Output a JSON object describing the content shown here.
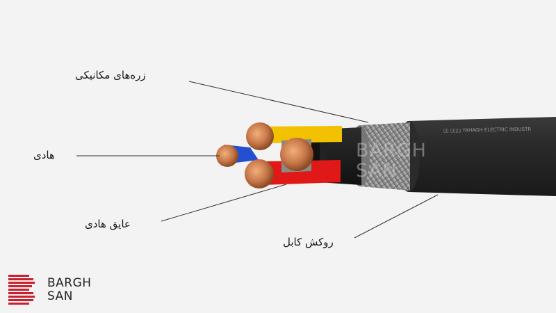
{
  "labels": {
    "armor": "زره‌های مکانیکی",
    "conductor": "هادی",
    "insulation": "عایق هادی",
    "sheath": "روکش کابل"
  },
  "watermark": {
    "line1": "BARGH",
    "line2": "SAN"
  },
  "logo": {
    "line1": "BARGH",
    "line2": "SAN"
  },
  "colors": {
    "background": "#f3f3f3",
    "brand_red": "#c8202e",
    "sheath": "#2a2a2a",
    "armor": "#9a9a9a",
    "copper": "#c8784a",
    "insulation_yellow": "#f2c200",
    "insulation_red": "#e01818",
    "insulation_blue": "#2250d0",
    "leader_line": "#333333"
  },
  "icons": {
    "logo_mark": "striped-b-logo-icon"
  }
}
